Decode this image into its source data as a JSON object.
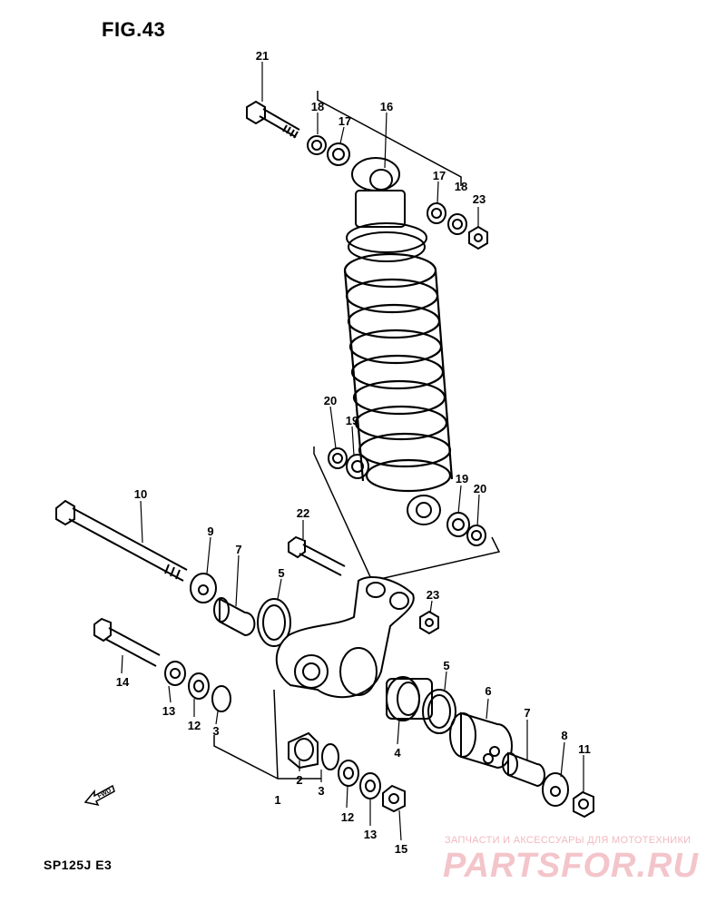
{
  "header": {
    "figure": "FIG.43"
  },
  "footer": {
    "model": "SP125J  E3"
  },
  "watermark": {
    "line1": "ЗАПЧАСТИ И АКСЕССУАРЫ ДЛЯ МОТОТЕХНИКИ",
    "line2": "PARTSFOR.RU"
  },
  "fwd": {
    "label": "FWD"
  },
  "callouts": [
    "21",
    "18",
    "17",
    "16",
    "17",
    "18",
    "23",
    "20",
    "19",
    "19",
    "20",
    "10",
    "9",
    "7",
    "5",
    "22",
    "23",
    "14",
    "13",
    "12",
    "3",
    "1",
    "2",
    "3",
    "12",
    "13",
    "15",
    "5",
    "4",
    "6",
    "7",
    "8",
    "11"
  ]
}
